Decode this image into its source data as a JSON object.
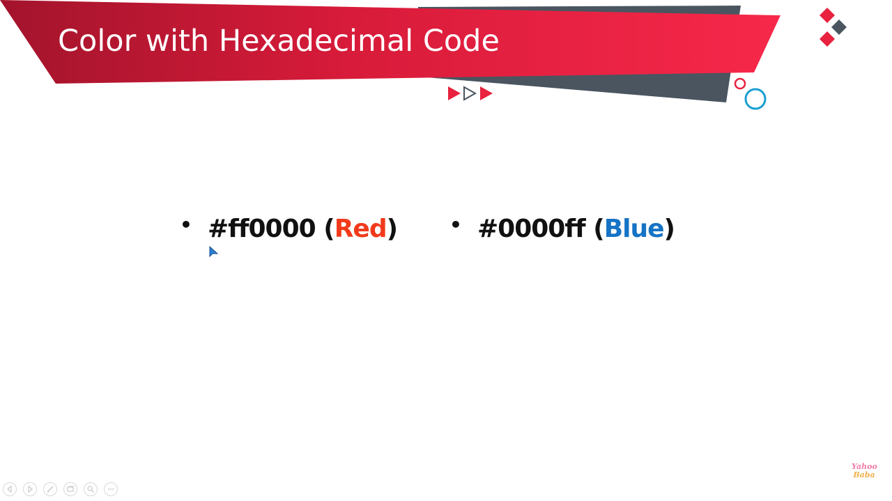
{
  "slide": {
    "title": "Color with Hexadecimal Code",
    "bullets": [
      {
        "dot": "•",
        "code": "#ff0000",
        "open": " (",
        "name": "Red",
        "close": ")"
      },
      {
        "dot": "•",
        "code": "#0000ff",
        "open": " (",
        "name": "Blue",
        "close": ")"
      }
    ]
  },
  "colors": {
    "banner_red": "#e8223f",
    "banner_dark": "#4a5560",
    "red_text": "#f23a1b",
    "blue_text": "#1673c5",
    "circle_blue": "#1a9fd0"
  },
  "watermark": {
    "line1": "Yahoo",
    "line2": "Baba"
  },
  "controls": [
    "previous-icon",
    "next-icon",
    "pen-icon",
    "slides-icon",
    "zoom-icon",
    "more-icon"
  ]
}
